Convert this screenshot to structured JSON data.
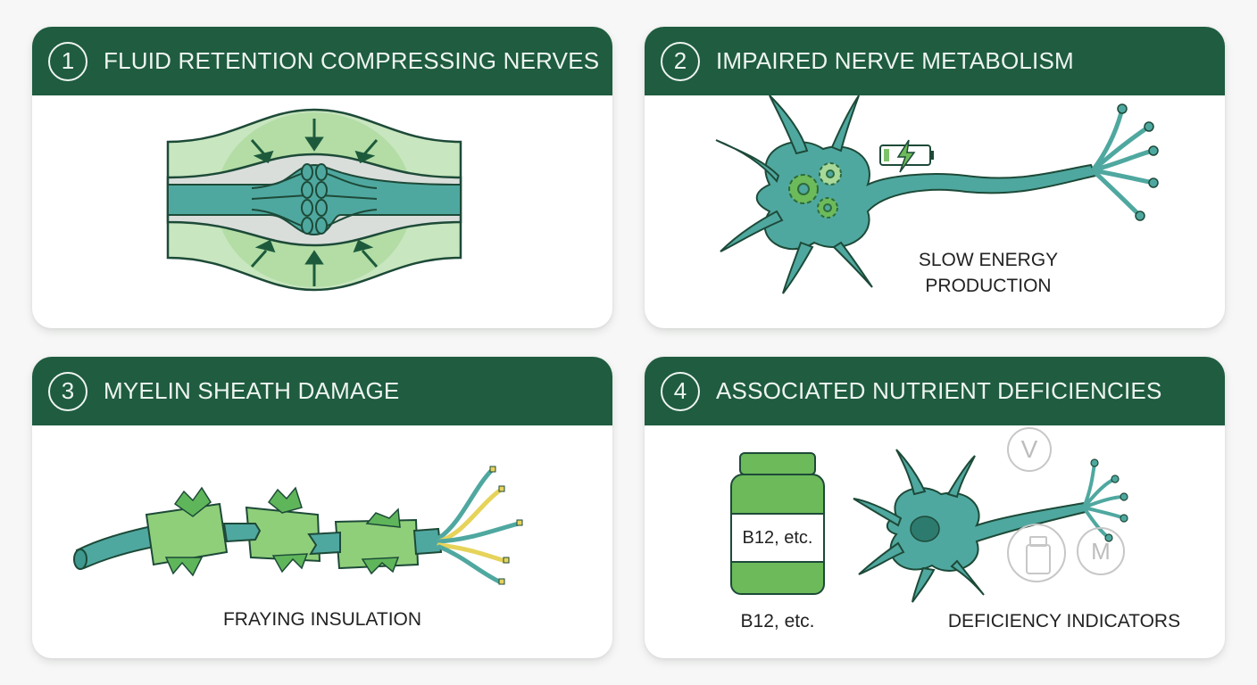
{
  "colors": {
    "header_bg": "#1f5c40",
    "header_text": "#eef5f0",
    "nerve_teal": "#4fa8a0",
    "sheath_green": "#7cc26a",
    "light_green": "#c8e6bf",
    "outline": "#1d4a38",
    "wire_yellow": "#e6d35a",
    "page_bg": "#f6f7f6"
  },
  "panels": [
    {
      "number": "1",
      "title": "FLUID RETENTION COMPRESSING NERVES",
      "illustration": "compressed-nerve-bundle",
      "icons": [
        "compression-arrow-icon"
      ],
      "captions": []
    },
    {
      "number": "2",
      "title": "IMPAIRED NERVE METABOLISM",
      "illustration": "neuron-with-gears",
      "icons": [
        "low-battery-icon",
        "gear-icon"
      ],
      "captions": [
        "SLOW ENERGY",
        "PRODUCTION"
      ]
    },
    {
      "number": "3",
      "title": "MYELIN SHEATH DAMAGE",
      "illustration": "frayed-cable",
      "icons": [],
      "captions": [
        "FRAYING INSULATION"
      ]
    },
    {
      "number": "4",
      "title": "ASSOCIATED NUTRIENT DEFICIENCIES",
      "illustration": "supplement-bottle-and-neuron",
      "bottle_label": "B12, etc.",
      "indicator_letters": [
        "V",
        "M"
      ],
      "icons": [
        "supplement-bottle-icon",
        "vitamin-v-icon",
        "bottle-indicator-icon",
        "mineral-m-icon"
      ],
      "captions": [
        "B12, etc.",
        "DEFICIENCY INDICATORS"
      ]
    }
  ]
}
